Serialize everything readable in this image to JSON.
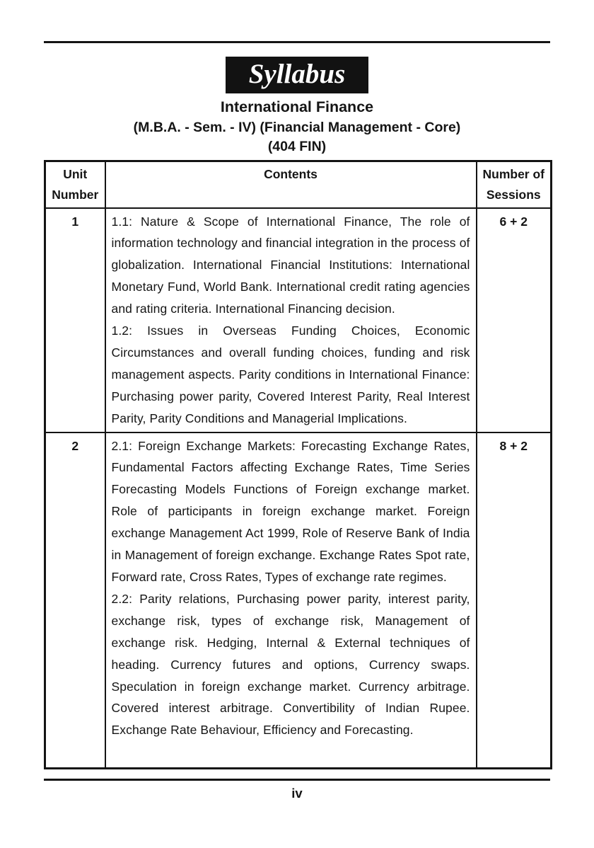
{
  "page": {
    "banner_label": "Syllabus",
    "course_title": "International Finance",
    "course_subtitle": "(M.B.A. - Sem. - IV) (Financial Management - Core)",
    "course_code": "(404 FIN)",
    "page_number": "iv"
  },
  "colors": {
    "banner_bg": "#121212",
    "banner_text": "#ffffff",
    "rule": "#141414",
    "text": "#151515"
  },
  "table": {
    "headers": {
      "unit_line1": "Unit",
      "unit_line2": "Number",
      "contents": "Contents",
      "sessions_line1": "Number of",
      "sessions_line2": "Sessions"
    },
    "rows": [
      {
        "unit": "1",
        "sessions": "6 + 2",
        "paragraphs": [
          "1.1: Nature & Scope of International Finance, The role of information technology and financial integration in the process of globalization. International Financial Institutions: International Monetary Fund, World Bank. International credit rating agencies and rating criteria. International Financing decision.",
          "1.2: Issues in Overseas Funding Choices, Economic Circumstances and overall funding choices, funding and risk management aspects. Parity conditions in International Finance: Purchasing power parity, Covered Interest Parity, Real Interest Parity, Parity Conditions and Managerial Implications."
        ]
      },
      {
        "unit": "2",
        "sessions": "8 + 2",
        "paragraphs": [
          "2.1: Foreign Exchange Markets: Forecasting Exchange Rates, Fundamental Factors affecting Exchange Rates, Time Series Forecasting Models Functions of Foreign exchange market. Role of participants in foreign exchange market. Foreign exchange Management Act 1999, Role of Reserve Bank of India in Management of foreign exchange. Exchange Rates Spot rate, Forward rate, Cross Rates, Types of exchange rate regimes.",
          "2.2: Parity relations, Purchasing power parity, interest parity, exchange risk, types of exchange risk, Management of exchange risk. Hedging, Internal & External techniques of heading. Currency futures and options, Currency swaps. Speculation in foreign exchange market. Currency arbitrage. Covered interest arbitrage. Convertibility of Indian Rupee. Exchange Rate Behaviour, Efficiency and Forecasting."
        ]
      }
    ]
  }
}
